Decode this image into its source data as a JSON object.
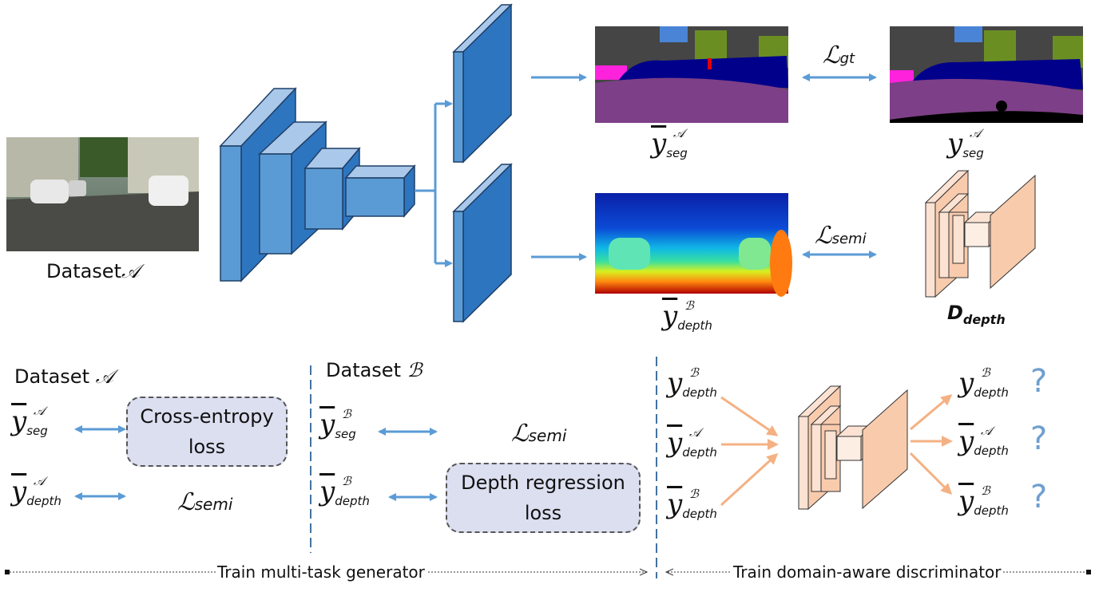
{
  "top": {
    "input_label": "Dataset",
    "input_label_sym": "𝒜",
    "seg_pred": {
      "sym": "y",
      "sup": "𝒜",
      "sub": "seg"
    },
    "seg_gt": {
      "sym": "y",
      "sup": "𝒜",
      "sub": "seg"
    },
    "depth_pred": {
      "sym": "y",
      "sup": "ℬ",
      "sub": "depth"
    },
    "loss_gt": {
      "sym": "ℒ",
      "sub": "gt"
    },
    "loss_semi": {
      "sym": "ℒ",
      "sub": "semi"
    },
    "disc_label": {
      "sym": "D",
      "sub": "depth"
    }
  },
  "panel_a": {
    "title": "Dataset",
    "title_sym": "𝒜",
    "row1": {
      "sym": "y",
      "sup": "𝒜",
      "sub": "seg"
    },
    "row2": {
      "sym": "y",
      "sup": "𝒜",
      "sub": "depth"
    },
    "loss_box": [
      "Cross-entropy",
      "loss"
    ],
    "loss_semi": {
      "sym": "ℒ",
      "sub": "semi"
    }
  },
  "panel_b": {
    "title": "Dataset",
    "title_sym": "ℬ",
    "row1": {
      "sym": "y",
      "sup": "ℬ",
      "sub": "seg"
    },
    "row2": {
      "sym": "y",
      "sup": "ℬ",
      "sub": "depth"
    },
    "loss_semi": {
      "sym": "ℒ",
      "sub": "semi"
    },
    "loss_box": [
      "Depth regression",
      "loss"
    ]
  },
  "panel_c": {
    "inputs": [
      {
        "sym": "y",
        "sup": "ℬ",
        "sub": "depth",
        "hat": false
      },
      {
        "sym": "y",
        "sup": "𝒜",
        "sub": "depth",
        "hat": true
      },
      {
        "sym": "y",
        "sup": "ℬ",
        "sub": "depth",
        "hat": true
      }
    ],
    "outputs": [
      {
        "sym": "y",
        "sup": "ℬ",
        "sub": "depth",
        "hat": false,
        "mark": "?"
      },
      {
        "sym": "y",
        "sup": "𝒜",
        "sub": "depth",
        "hat": true,
        "mark": "?"
      },
      {
        "sym": "y",
        "sup": "ℬ",
        "sub": "depth",
        "hat": true,
        "mark": "?"
      }
    ]
  },
  "footer": {
    "left": "Train multi-task generator",
    "right": "Train domain-aware discriminator"
  },
  "colors": {
    "encoder_blue": "#5b9bd5",
    "arrow_blue": "#5b9bd5",
    "disc_peach": "#f8cbad",
    "disc_arrow": "#f4b183",
    "loss_box": "#dcdff0"
  }
}
